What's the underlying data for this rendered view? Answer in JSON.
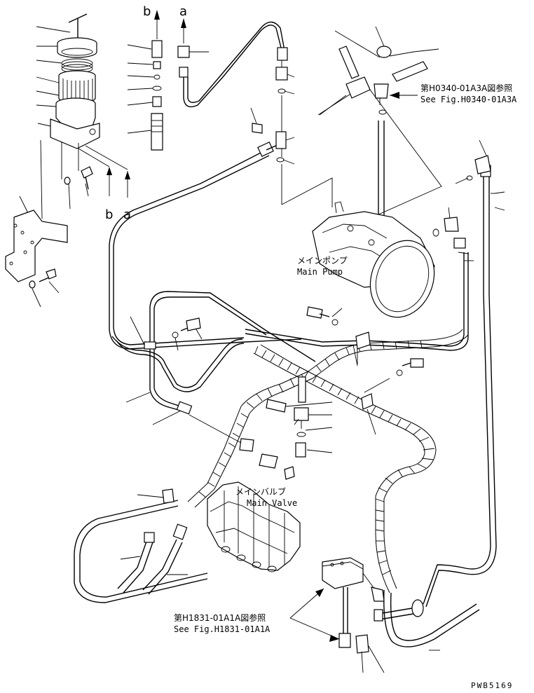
{
  "markers": {
    "b_top": "b",
    "a_top": "a",
    "b_bottom": "b",
    "a_bottom": "a"
  },
  "references": {
    "pump_ref_jp": "第H0340-01A3A図参照",
    "pump_ref_en": "See Fig.H0340-01A3A",
    "valve_ref_jp": "第H1831-01A1A図参照",
    "valve_ref_en": "See Fig.H1831-01A1A"
  },
  "components": {
    "main_pump_jp": "メインポンプ",
    "main_pump_en": "Main Pump",
    "main_valve_jp": "メインバルブ",
    "main_valve_en": "Main Valve"
  },
  "drawing_code": "PWB5169"
}
